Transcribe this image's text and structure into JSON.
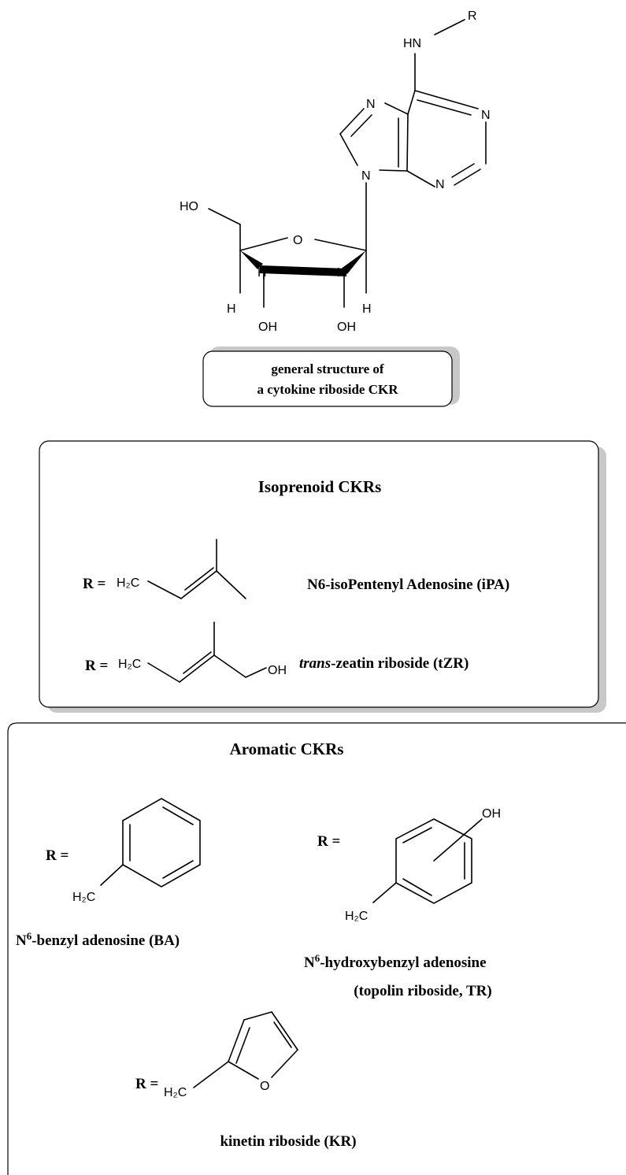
{
  "general": {
    "caption_line1": "general structure of",
    "caption_line2": "a cytokine riboside CKR",
    "atoms": {
      "hn": "HN",
      "r": "R",
      "n": "N",
      "ho": "HO",
      "o": "O",
      "oh": "OH",
      "h": "H"
    }
  },
  "isoprenoid": {
    "title": "Isoprenoid CKRs",
    "entries": [
      {
        "r_label": "R =",
        "ch2": "H₂C",
        "name": "N6-isoPentenyl Adenosine (iPA)"
      },
      {
        "r_label": "R =",
        "ch2": "H₂C",
        "oh": "OH",
        "name_italic": "trans",
        "name_rest": "-zeatin riboside (tZR)"
      }
    ]
  },
  "aromatic": {
    "title": "Aromatic CKRs",
    "entries": [
      {
        "r_label": "R =",
        "ch2": "H₂C",
        "name_pre": "N",
        "name_sup": "6",
        "name_post": "-benzyl adenosine (BA)"
      },
      {
        "r_label": "R =",
        "ch2": "H₂C",
        "oh": "OH",
        "name_pre": "N",
        "name_sup": "6",
        "name_post": "-hydroxybenzyl adenosine",
        "name_line2": "(topolin riboside, TR)"
      },
      {
        "r_label": "R =",
        "ch2": "H₂C",
        "o": "O",
        "name": "kinetin riboside (KR)"
      }
    ]
  }
}
